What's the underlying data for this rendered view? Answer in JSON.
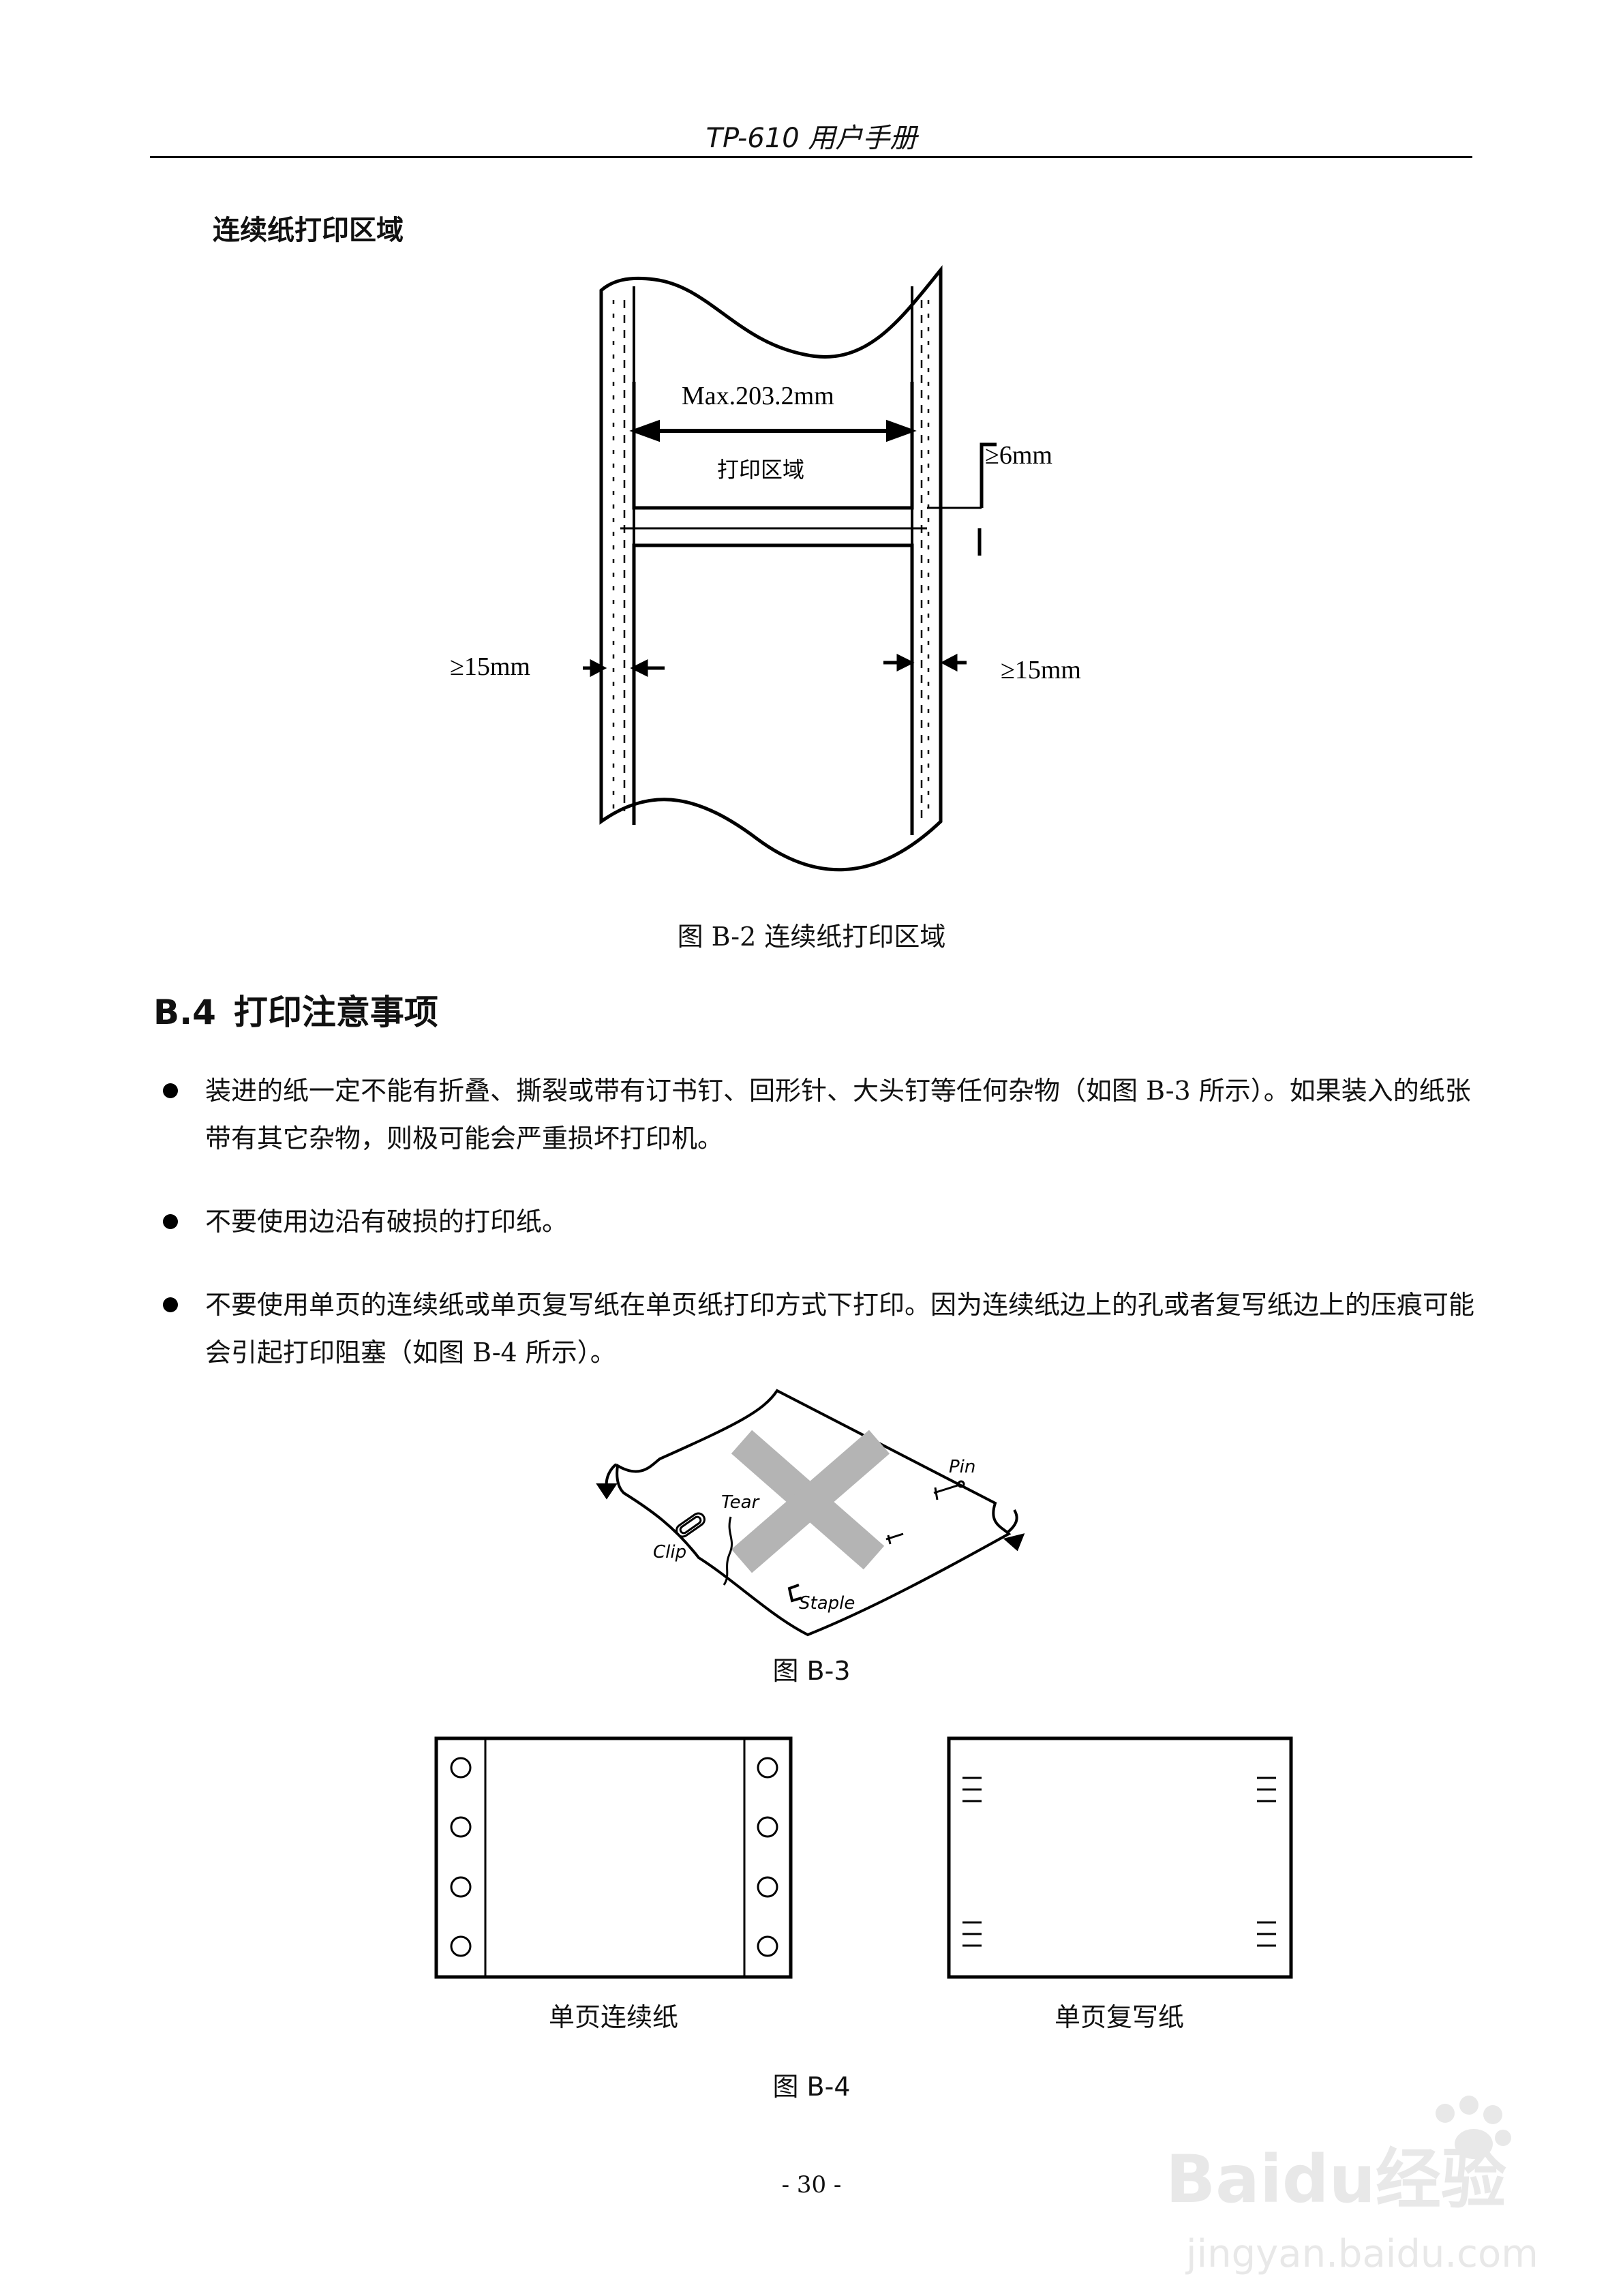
{
  "header": {
    "title": "TP-610 用户手册"
  },
  "figure_b2": {
    "heading": "连续纸打印区域",
    "max_width_label": "Max.203.2mm",
    "print_area_label": "打印区域",
    "gap_label": "≥6mm",
    "left_margin_label": "≥15mm",
    "right_margin_label": "≥15mm",
    "caption": "图 B-2  连续纸打印区域"
  },
  "section": {
    "number": "B.4",
    "title": "打印注意事项",
    "bullets": [
      "装进的纸一定不能有折叠、撕裂或带有订书钉、回形针、大头钉等任何杂物（如图 B-3 所示）。如果装入的纸张带有其它杂物，则极可能会严重损坏打印机。",
      "不要使用边沿有破损的打印纸。",
      "不要使用单页的连续纸或单页复写纸在单页纸打印方式下打印。因为连续纸边上的孔或者复写纸边上的压痕可能会引起打印阻塞（如图 B-4 所示）。"
    ]
  },
  "figure_b3": {
    "labels": {
      "tear": "Tear",
      "clip": "Clip",
      "pin": "Pin",
      "staple": "Staple"
    },
    "caption": "图 B-3"
  },
  "figure_b4": {
    "left_label": "单页连续纸",
    "right_label": "单页复写纸",
    "caption": "图 B-4"
  },
  "footer": {
    "page_number": "- 30 -"
  },
  "watermark": {
    "text": "Baidu经验",
    "url_text": "jingyan.baidu.com"
  }
}
